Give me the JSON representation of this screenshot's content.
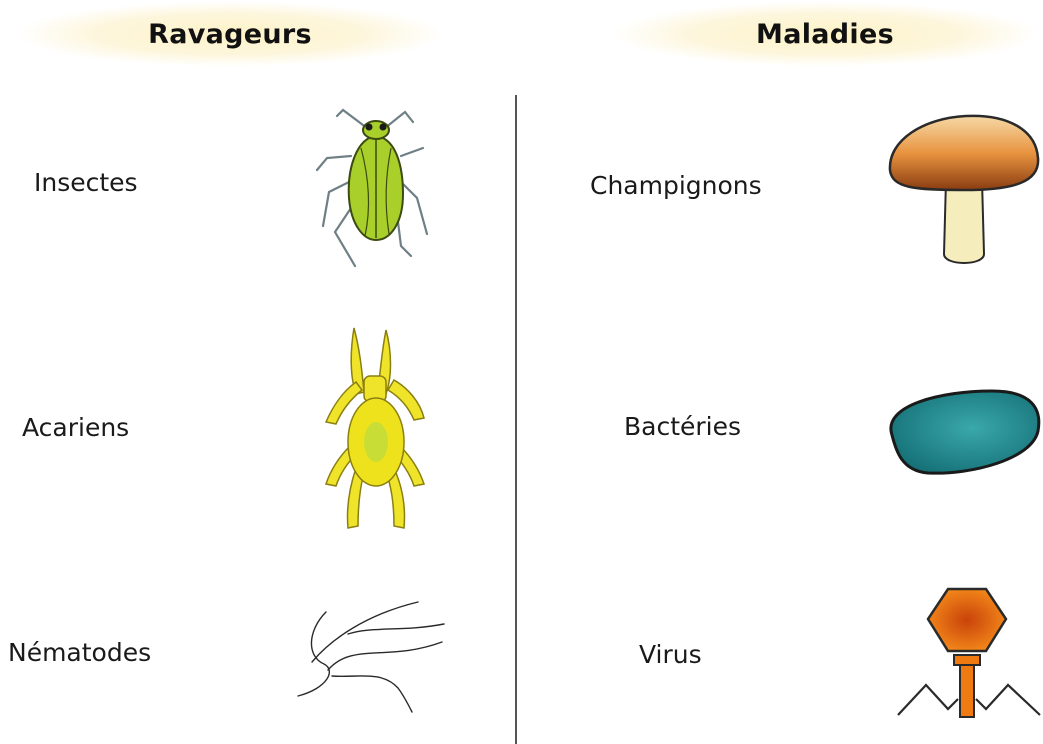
{
  "headers": {
    "left": "Ravageurs",
    "right": "Maladies"
  },
  "left_items": [
    {
      "label": "Insectes",
      "icon": "aphid-icon"
    },
    {
      "label": "Acariens",
      "icon": "mite-icon"
    },
    {
      "label": "Nématodes",
      "icon": "nematode-icon"
    }
  ],
  "right_items": [
    {
      "label": "Champignons",
      "icon": "mushroom-icon"
    },
    {
      "label": "Bactéries",
      "icon": "bacterium-icon"
    },
    {
      "label": "Virus",
      "icon": "virus-icon"
    }
  ],
  "colors": {
    "banner": "#fdf3c8",
    "aphid": "#a8cf2a",
    "mite": "#f0e42a",
    "mushroom_cap": "#d9781a",
    "mushroom_stem": "#f6edbc",
    "bacterium": "#1f8d93",
    "virus": "#f07a12"
  }
}
